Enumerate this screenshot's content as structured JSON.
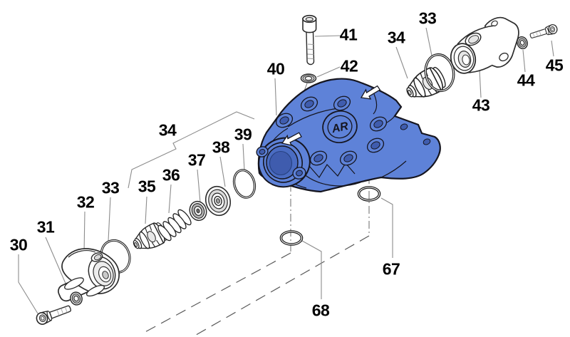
{
  "figure": {
    "kind": "exploded-parts-diagram",
    "subject": "pump head assembly exploded view"
  },
  "logo_text": "AR",
  "colors": {
    "part_blue": "#5E82D8",
    "part_blue_shade": "#4A6CC2",
    "part_blue_deep": "#3F5CAE",
    "outline_dark": "#15151F",
    "gray_part_outline": "#2B2B2B",
    "leader_gray": "#8C8C8C"
  },
  "labels": {
    "l30": "30",
    "l31": "31",
    "l32": "32",
    "l33_left": "33",
    "l34_left": "34",
    "l35": "35",
    "l36": "36",
    "l37": "37",
    "l38": "38",
    "l39": "39",
    "l40": "40",
    "l41": "41",
    "l42": "42",
    "l33_top": "33",
    "l34_top": "34",
    "l43": "43",
    "l44": "44",
    "l45": "45",
    "l67": "67",
    "l68": "68"
  }
}
